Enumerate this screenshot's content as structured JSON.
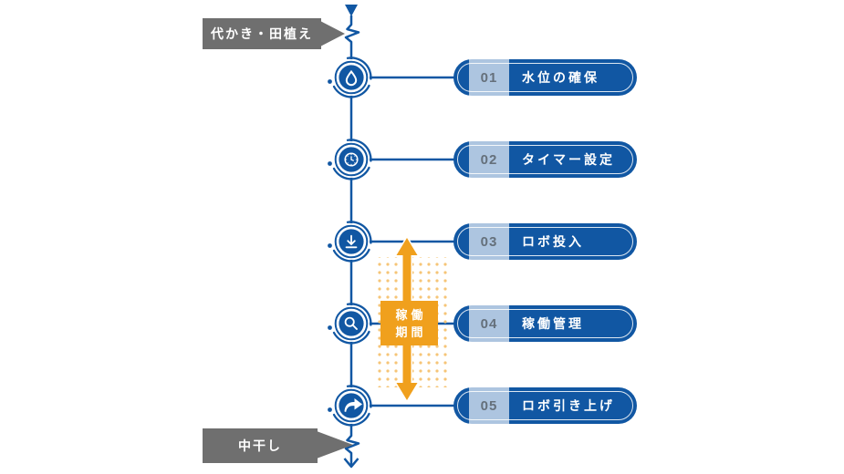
{
  "colors": {
    "blue": "#1157a3",
    "light_band": "rgba(255,255,255,0.66)",
    "numgray": "#65707b",
    "label_gray": "#6f6f6f",
    "orange": "#f0a01d",
    "dot_orange": "#f6c577"
  },
  "timeline": {
    "start_label": "代かき・田植え",
    "end_label": "中干し"
  },
  "steps": [
    {
      "number": "01",
      "label": "水位の確保",
      "icon": "water-drop-icon"
    },
    {
      "number": "02",
      "label": "タイマー設定",
      "icon": "clock-icon"
    },
    {
      "number": "03",
      "label": "ロボ投入",
      "icon": "download-icon"
    },
    {
      "number": "04",
      "label": "稼働管理",
      "icon": "search-icon"
    },
    {
      "number": "05",
      "label": "ロボ引き上げ",
      "icon": "arrow-right-icon"
    }
  ],
  "period": {
    "line1": "稼働",
    "line2": "期間"
  }
}
